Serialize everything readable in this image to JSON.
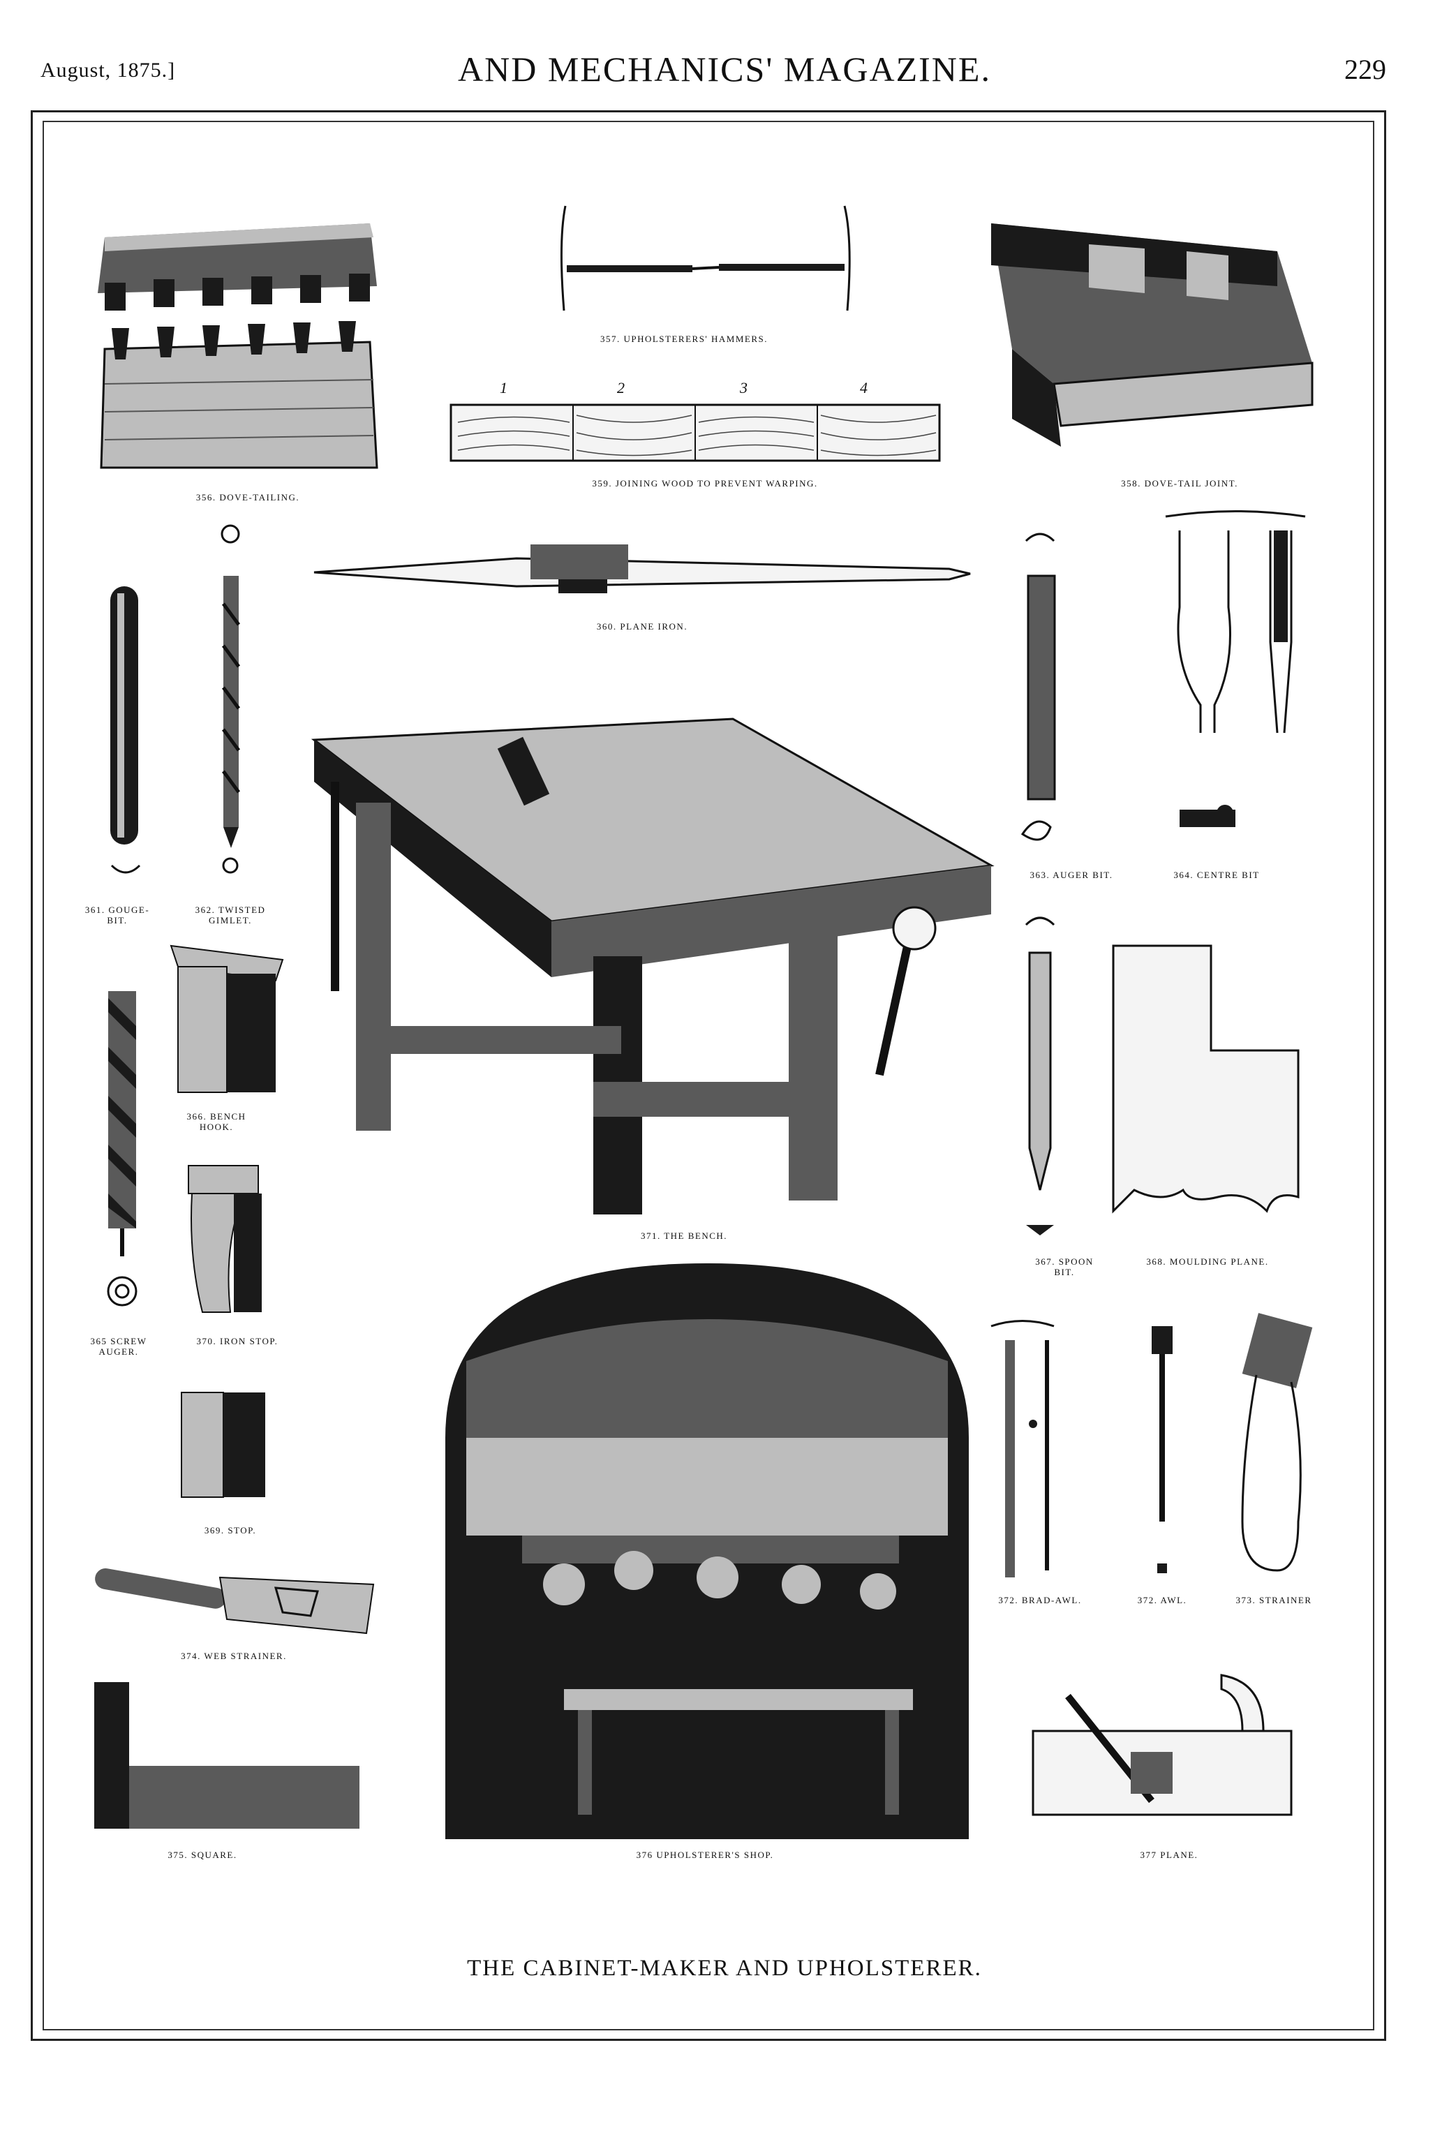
{
  "header": {
    "date": "August, 1875.]",
    "title": "AND MECHANICS' MAGAZINE.",
    "page": "229"
  },
  "figures": {
    "f356": "356. DOVE-TAILING.",
    "f357": "357. UPHOLSTERERS' HAMMERS.",
    "f358": "358. DOVE-TAIL JOINT.",
    "f359": "359. JOINING WOOD TO PREVENT WARPING.",
    "f359_marks": [
      "1",
      "2",
      "3",
      "4"
    ],
    "f360": "360. PLANE IRON.",
    "f361": "361. GOUGE-\nBIT.",
    "f362": "362. TWISTED\nGIMLET.",
    "f363": "363. AUGER BIT.",
    "f364": "364. CENTRE BIT",
    "f365": "365 SCREW\nAUGER.",
    "f366": "366. BENCH\nHOOK.",
    "f367": "367. SPOON\nBIT.",
    "f368": "368. MOULDING PLANE.",
    "f369": "369. STOP.",
    "f370": "370. IRON STOP.",
    "f371": "371. THE BENCH.",
    "f372a": "372. BRAD-AWL.",
    "f372b": "372. AWL.",
    "f373": "373. STRAINER",
    "f374": "374. WEB STRAINER.",
    "f375": "375. SQUARE.",
    "f376": "376 UPHOLSTERER'S SHOP.",
    "f377": "377 PLANE."
  },
  "plate_title": "THE CABINET-MAKER AND UPHOLSTERER."
}
